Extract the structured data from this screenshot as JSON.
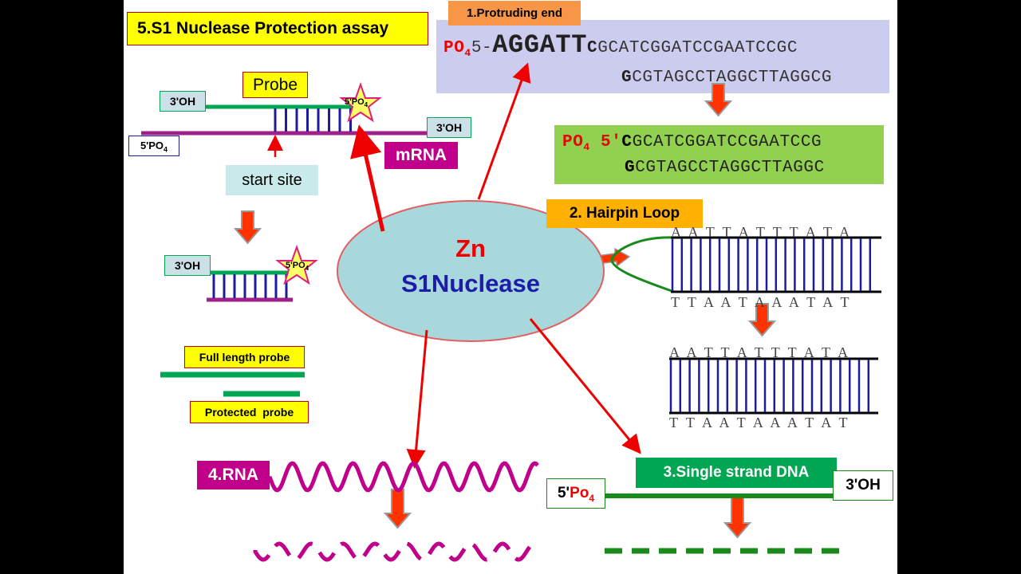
{
  "title": "5.S1 Nuclease Protection assay",
  "enzyme": {
    "metal": "Zn",
    "name": "S1Nuclease"
  },
  "probe_panel": {
    "probe_label": "Probe",
    "three_oh_top": "3'OH",
    "five_po4_star": "5'PO",
    "five_po4_star_sub": "4",
    "five_po4_left": "5'PO",
    "five_po4_left_sub": "4",
    "three_oh_right": "3'OH",
    "mrna_label": "mRNA",
    "start_site": "start site",
    "three_oh_hybrid": "3'OH",
    "five_po4_hybrid": "5'PO",
    "five_po4_hybrid_sub": "4",
    "full_length": "Full length probe",
    "protected": "Protected  probe"
  },
  "protruding": {
    "label": "1.Protruding end",
    "top_po4": "PO",
    "top_sub": "4",
    "top_five": "5-",
    "top_overhang": "AGGATT",
    "top_first": "C",
    "top_rest": "GCATCGGATCCGAATCCGC",
    "bottom_first": "G",
    "bottom_rest": "CGTAGCCTAGGCTTAGGCG",
    "result_po4": "PO",
    "result_sub": "4",
    "result_five": " 5'",
    "result_top_first": "C",
    "result_top_rest": "GCATCGGATCCGAATCCG",
    "result_bottom_first": "G",
    "result_bottom_rest": "CGTAGCCTAGGCTTAGGC"
  },
  "hairpin": {
    "label": "2. Hairpin Loop",
    "top_seq": "A A T T A T T T A T A",
    "bottom_seq": "T T A A T A A A T A T",
    "top_seq2": "A A T T A T T T A T A",
    "bottom_seq2": "T T A A T A A A T A T"
  },
  "rna": {
    "label": "4.RNA"
  },
  "ssdna": {
    "label": "3.Single strand DNA",
    "five": "5'",
    "po": "Po",
    "sub": "4",
    "three_oh": "3'OH"
  },
  "colors": {
    "arrow_red": "#ee0000",
    "block_arrow": "#ff3300",
    "block_arrow_edge": "#999999",
    "green": "#00a651",
    "dark_green": "#1a8a1a",
    "magenta": "#c0008a",
    "navy": "#1c1c9c",
    "purple_band": "#ccccee",
    "green_band": "#92d050",
    "orange": "#ffb000",
    "ellipse": "#a8d8dc",
    "start_box": "#c8eaea"
  }
}
